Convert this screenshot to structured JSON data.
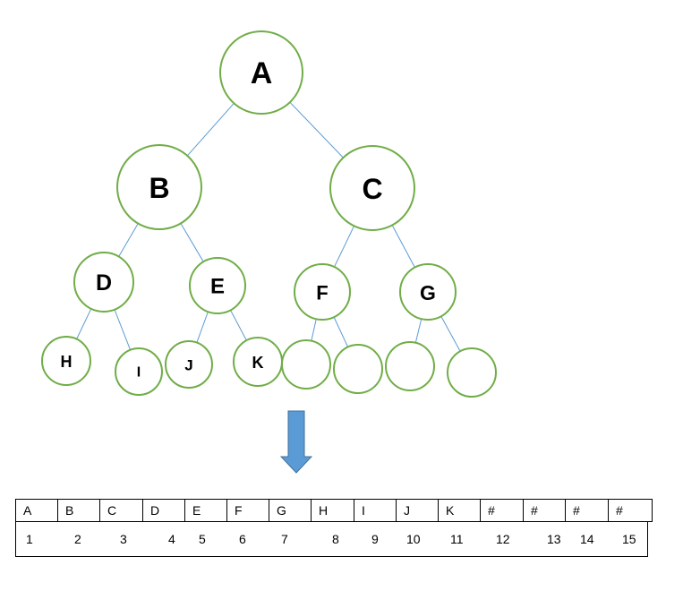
{
  "tree": {
    "nodes": [
      {
        "id": "A",
        "label": "A"
      },
      {
        "id": "B",
        "label": "B"
      },
      {
        "id": "C",
        "label": "C"
      },
      {
        "id": "D",
        "label": "D"
      },
      {
        "id": "E",
        "label": "E"
      },
      {
        "id": "F",
        "label": "F"
      },
      {
        "id": "G",
        "label": "G"
      },
      {
        "id": "H",
        "label": "H"
      },
      {
        "id": "I",
        "label": "I"
      },
      {
        "id": "J",
        "label": "J"
      },
      {
        "id": "K",
        "label": "K"
      },
      {
        "id": "F-left",
        "label": ""
      },
      {
        "id": "F-right",
        "label": ""
      },
      {
        "id": "G-left",
        "label": ""
      },
      {
        "id": "G-right",
        "label": ""
      }
    ],
    "edges": [
      [
        "A",
        "B"
      ],
      [
        "A",
        "C"
      ],
      [
        "B",
        "D"
      ],
      [
        "B",
        "E"
      ],
      [
        "C",
        "F"
      ],
      [
        "C",
        "G"
      ],
      [
        "D",
        "H"
      ],
      [
        "D",
        "I"
      ],
      [
        "E",
        "J"
      ],
      [
        "E",
        "K"
      ],
      [
        "F",
        "F-left"
      ],
      [
        "F",
        "F-right"
      ],
      [
        "G",
        "G-left"
      ],
      [
        "G",
        "G-right"
      ]
    ],
    "node_stroke_color": "#70ad47",
    "edge_color": "#5b9bd5"
  },
  "arrow": {
    "icon": "down-arrow-icon",
    "color": "#5b9bd5"
  },
  "array": {
    "values": [
      "A",
      "B",
      "C",
      "D",
      "E",
      "F",
      "G",
      "H",
      "I",
      "J",
      "K",
      "#",
      "#",
      "#",
      "#"
    ],
    "indices": [
      "1",
      "2",
      "3",
      "4",
      "5",
      "6",
      "7",
      "8",
      "9",
      "10",
      "11",
      "12",
      "13",
      "14",
      "15"
    ]
  }
}
